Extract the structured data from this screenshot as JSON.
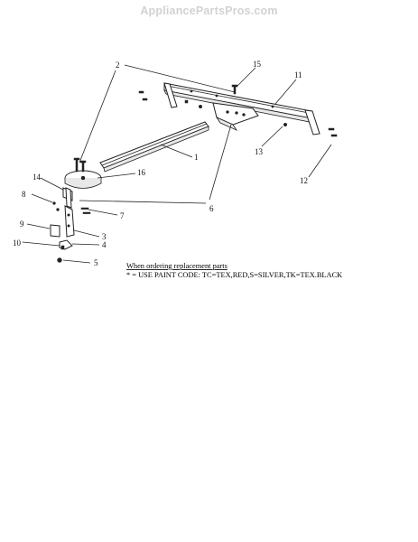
{
  "watermark": "AppliancePartsPros.com",
  "callouts": {
    "c1": "1",
    "c2": "2",
    "c3": "3",
    "c4": "4",
    "c5": "5",
    "c6": "6",
    "c7": "7",
    "c8": "8",
    "c9": "9",
    "c10": "10",
    "c11": "11",
    "c12": "12",
    "c13": "13",
    "c14": "14",
    "c15": "15",
    "c16": "16"
  },
  "note": {
    "heading": "When ordering replacement parts",
    "line": "* = USE PAINT CODE: TC=TEX,RED,S=SILVER,TK=TEX.BLACK"
  }
}
